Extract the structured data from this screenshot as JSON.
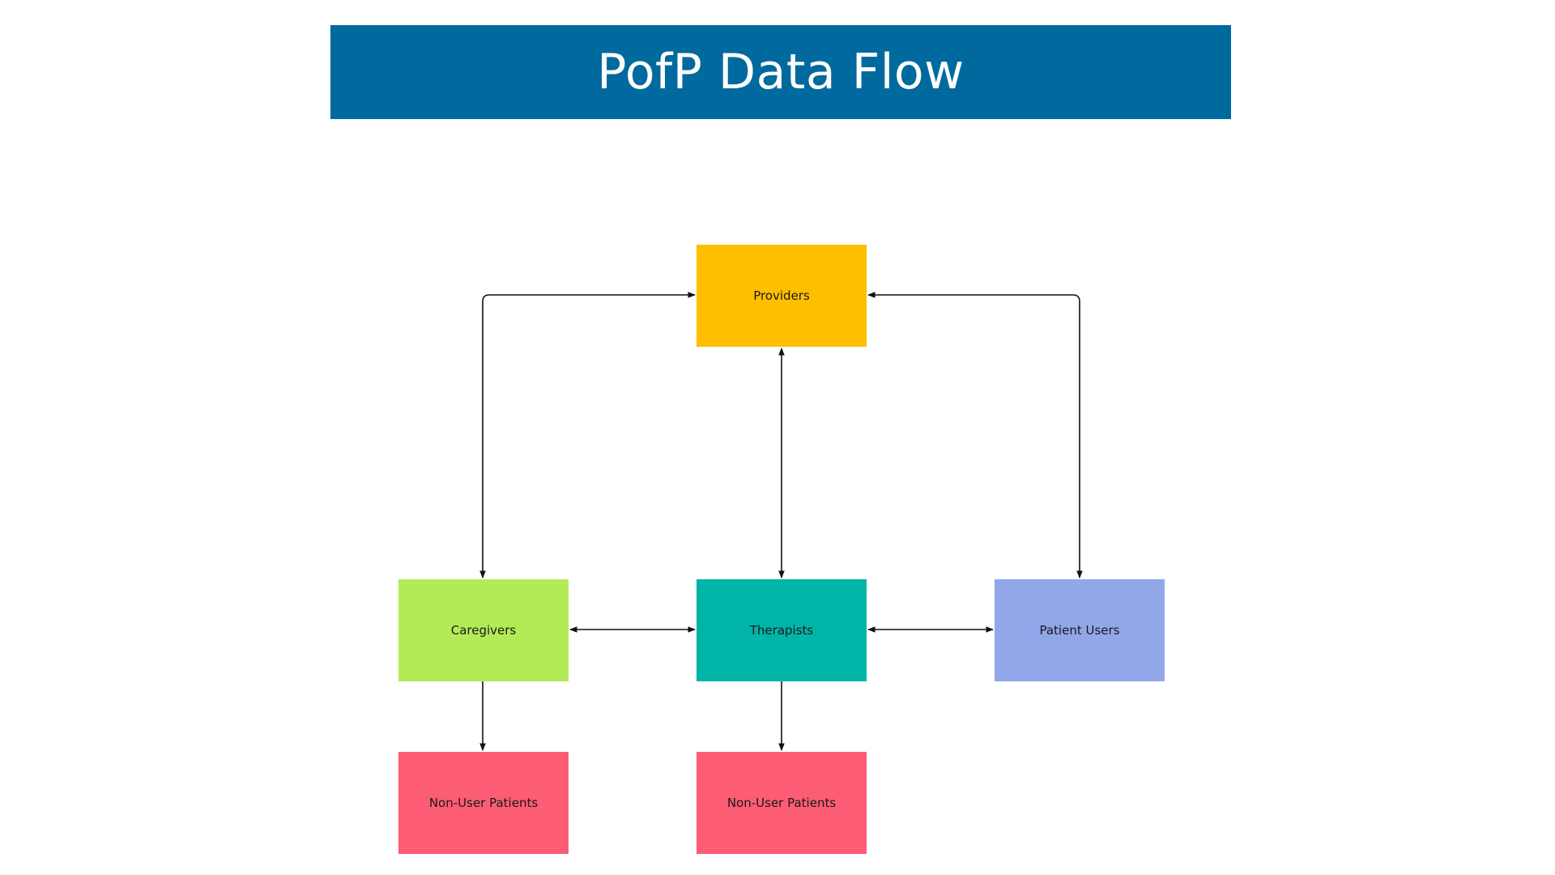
{
  "title": "PofP Data Flow",
  "colors": {
    "banner": "#006a9e",
    "providers": "#fdbf00",
    "caregivers": "#b3eb57",
    "therapists": "#00b5a7",
    "patient_users": "#91a7ea",
    "non_user_patients": "#fc5c74",
    "connector": "#111111"
  },
  "nodes": {
    "providers": "Providers",
    "caregivers": "Caregivers",
    "therapists": "Therapists",
    "patient_users": "Patient Users",
    "non_user_patients_left": "Non-User Patients",
    "non_user_patients_center": "Non-User Patients"
  },
  "edges": [
    {
      "from": "providers",
      "to": "caregivers",
      "direction": "both"
    },
    {
      "from": "providers",
      "to": "therapists",
      "direction": "both"
    },
    {
      "from": "providers",
      "to": "patient_users",
      "direction": "both"
    },
    {
      "from": "caregivers",
      "to": "therapists",
      "direction": "both"
    },
    {
      "from": "therapists",
      "to": "patient_users",
      "direction": "both"
    },
    {
      "from": "caregivers",
      "to": "non_user_patients_left",
      "direction": "forward"
    },
    {
      "from": "therapists",
      "to": "non_user_patients_center",
      "direction": "forward"
    }
  ]
}
